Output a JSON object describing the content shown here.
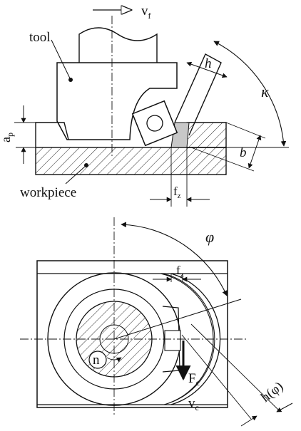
{
  "labels": {
    "vf": "v",
    "vf_sub": "f",
    "tool": "tool",
    "h": "h",
    "kappa": "κ",
    "ap": "a",
    "ap_sub": "p",
    "b": "b",
    "workpiece": "workpiece",
    "fz_top": "f",
    "fz_top_sub": "z",
    "phi": "φ",
    "fz_bottom": "f",
    "fz_bottom_sub": "z",
    "n": "n",
    "Fc": "F",
    "Fc_sub": "c",
    "vc": "v",
    "vc_sub": "c",
    "h_phi": "h(φ)"
  },
  "colors": {
    "line": "#111111",
    "chip_fill": "#c8c8c8",
    "background": "#ffffff"
  }
}
